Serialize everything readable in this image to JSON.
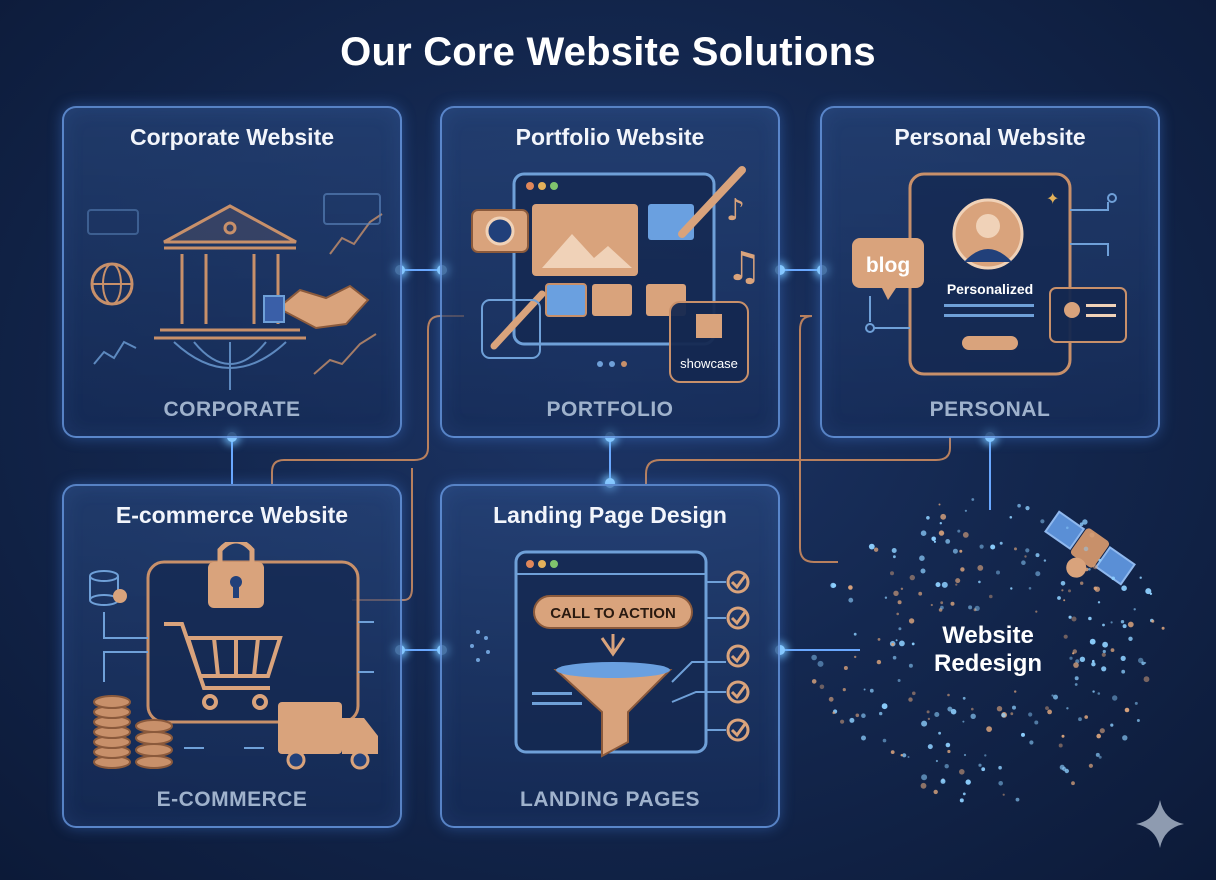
{
  "title": "Our Core Website Solutions",
  "cards": {
    "corporate": {
      "title": "Corporate Website",
      "footer": "CORPORATE"
    },
    "portfolio": {
      "title": "Portfolio Website",
      "footer": "PORTFOLIO",
      "badge": "showcase"
    },
    "personal": {
      "title": "Personal Website",
      "footer": "PERSONAL",
      "bubble": "blog",
      "profile_caption": "Personalized"
    },
    "ecommerce": {
      "title": "E-commerce Website",
      "footer": "E-COMMERCE"
    },
    "landing": {
      "title": "Landing Page Design",
      "footer": "LANDING PAGES",
      "cta": "CALL TO ACTION"
    }
  },
  "redesign": {
    "line1": "Website",
    "line2": "Redesign"
  },
  "colors": {
    "accent_copper": "#c8906a",
    "glow_blue": "#8ed0ff",
    "background": "#142850"
  },
  "icons": [
    "bank-icon",
    "handshake-icon",
    "globe-icon",
    "camera-icon",
    "paintbrush-icon",
    "music-note-icon",
    "image-icon",
    "avatar-icon",
    "padlock-icon",
    "shopping-cart-icon",
    "coin-stack-icon",
    "delivery-truck-icon",
    "funnel-icon",
    "checkmark-icon",
    "satellite-icon",
    "sparkle-icon"
  ]
}
